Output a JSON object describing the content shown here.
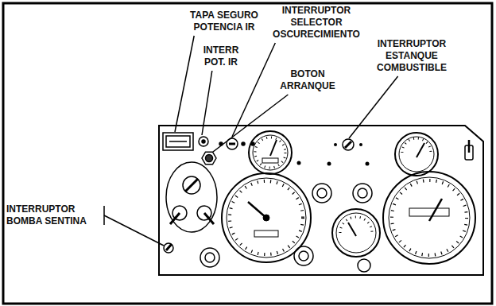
{
  "diagram": {
    "labels": [
      "TAPA SEGURO POTENCIA IR",
      "INTERR POT. IR",
      "INTERRUPTOR SELECTOR OSCURECIMIENTO",
      "BOTON ARRANQUE",
      "INTERRUPTOR ESTANQUE COMBUSTIBLE",
      "INTERRUPTOR BOMBA SENTINA"
    ]
  }
}
